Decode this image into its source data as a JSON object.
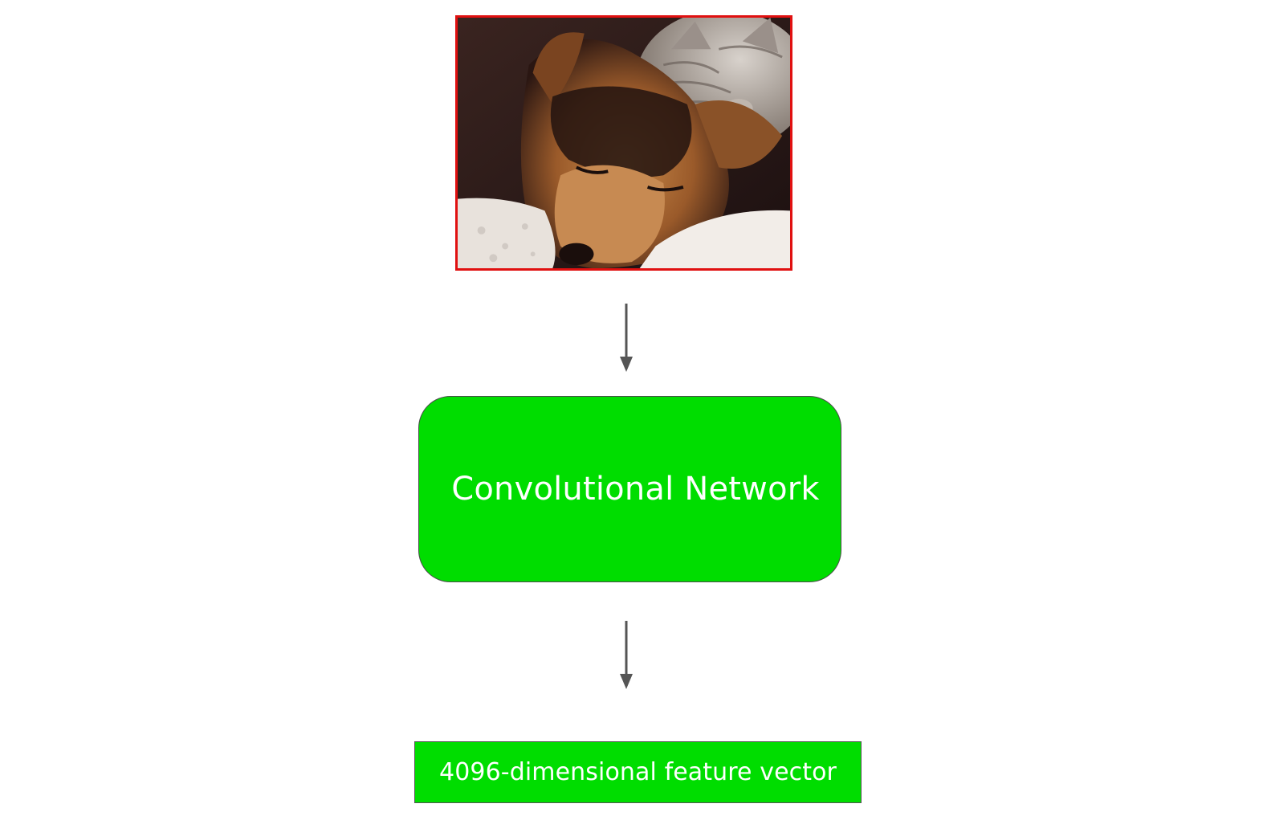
{
  "image": {
    "subject": "dog-and-kitten-sleeping-photo",
    "border_color": "#e01010"
  },
  "arrows": {
    "color": "#555555"
  },
  "network": {
    "label": "Convolutional Network",
    "fill_color": "#00dd00"
  },
  "output": {
    "label": "4096-dimensional feature vector",
    "fill_color": "#00dd00"
  }
}
